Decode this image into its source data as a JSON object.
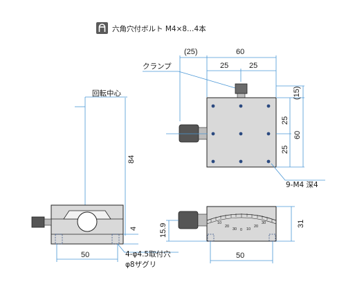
{
  "legend": {
    "bolt_text": "六角穴付ボルト M4×8…4本"
  },
  "labels": {
    "clamp": "クランプ",
    "rotation_center": "回転中心",
    "tapped_holes": "9-M4 深4",
    "mount_holes_line1": "4-φ4.5取付穴",
    "mount_holes_line2": "φ8ザグリ"
  },
  "dims": {
    "top_offset": "(25)",
    "top_width": "60",
    "top_seg1": "25",
    "top_seg2": "25",
    "right_top": "(15)",
    "right_seg1": "25",
    "right_seg2": "25",
    "right_total": "60",
    "center_height": "84",
    "base_thickness": "4",
    "left_width": "50",
    "bottom_width": "50",
    "side_height": "15.9",
    "right_height": "31"
  },
  "scale": {
    "ticks": [
      "10",
      "20",
      "30",
      "0",
      "10",
      "20",
      "30"
    ]
  },
  "colors": {
    "dimension_line": "#4a97d6",
    "body_fill": "#d9d9d9",
    "outline": "#222222",
    "icon": "#555555"
  }
}
